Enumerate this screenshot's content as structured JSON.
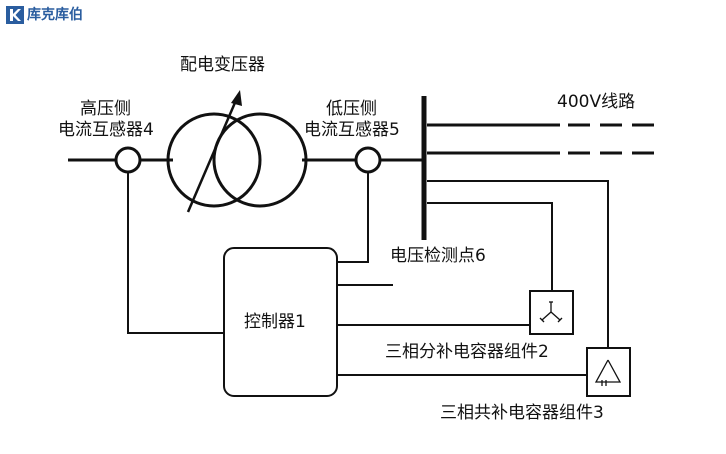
{
  "logo": {
    "text": "库克库伯",
    "icon": "logo-k-icon",
    "color": "#2a5d9f"
  },
  "diagram": {
    "labels": {
      "transformer": "配电变压器",
      "hv_ct_line1": "高压侧",
      "hv_ct_line2": "电流互感器4",
      "lv_ct_line1": "低压侧",
      "lv_ct_line2": "电流互感器5",
      "line_400v": "400V线路",
      "voltage_point": "电压检测点6",
      "controller": "控制器1",
      "split_cap": "三相分补电容器组件2",
      "common_cap": "三相共补电容器组件3"
    },
    "line_color": "#111111"
  }
}
